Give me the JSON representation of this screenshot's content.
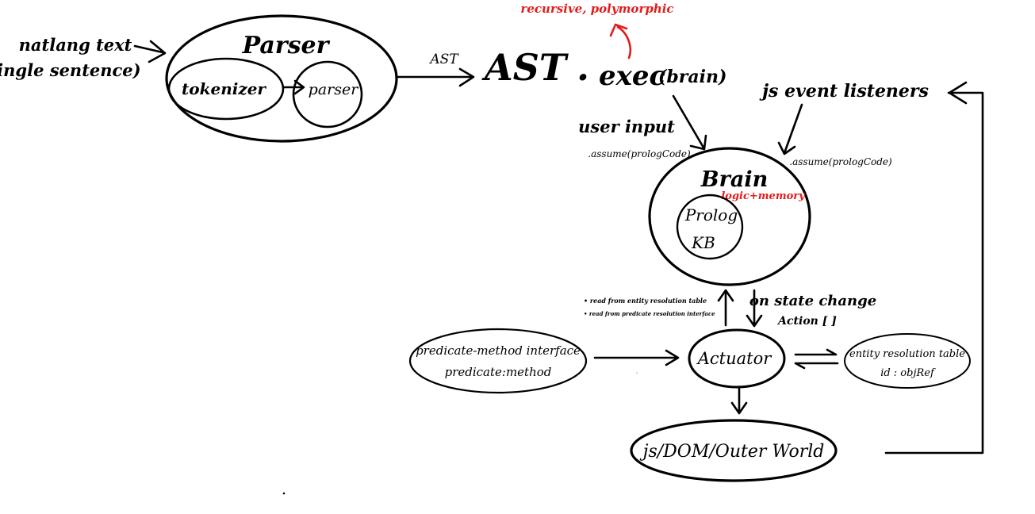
{
  "input": {
    "line1": "natlang text",
    "line2": "(single sentence)"
  },
  "parser_block": {
    "title": "Parser",
    "tokenizer": "tokenizer",
    "parser": "parser"
  },
  "ast_label": "AST",
  "exec_line": {
    "ast": "AST",
    "dot": ".",
    "exec": "exec",
    "arg": "(brain)"
  },
  "annotation": {
    "text": "recursive, polymorphic",
    "color": "#e31b1b"
  },
  "user_input": {
    "label": "user input",
    "call": ".assume(prologCode)"
  },
  "event_listeners": {
    "label": "js event listeners",
    "call": ".assume(prologCode)"
  },
  "brain": {
    "title": "Brain",
    "subtitle": "logic+memory",
    "subtitle_color": "#e31b1b",
    "prolog": "Prolog",
    "kb": "KB"
  },
  "read_notes": [
    "• read from entity resolution table",
    "• read from predicate resolution interface"
  ],
  "state_change": {
    "label": "on state change",
    "action": "Action [ ]"
  },
  "predicate_interface": {
    "line1": "predicate-method interface",
    "line2": "predicate:method"
  },
  "actuator": "Actuator",
  "entity_table": {
    "line1": "entity resolution table",
    "line2": "id : objRef"
  },
  "outer_world": "js/DOM/Outer World"
}
